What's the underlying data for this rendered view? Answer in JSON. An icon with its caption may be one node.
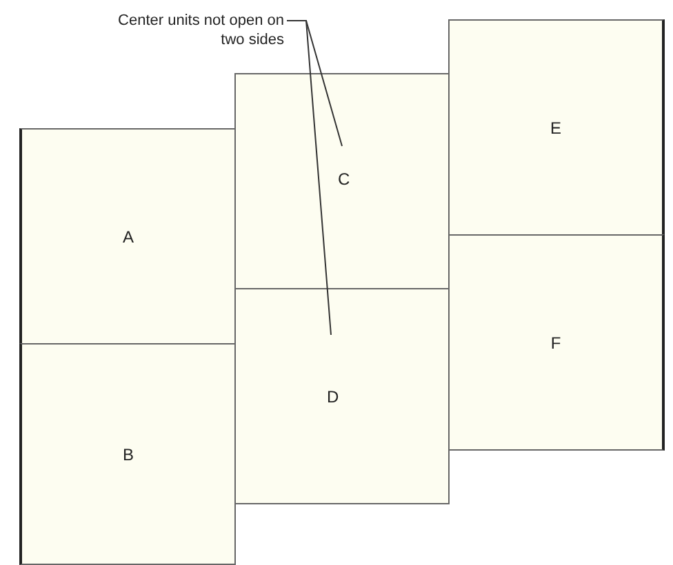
{
  "diagram": {
    "nodes": [
      {
        "text": [
          "Center units not open on two sides"
        ]
      },
      {
        "text": [
          "A"
        ]
      },
      {
        "text": [
          "B"
        ]
      },
      {
        "text": [
          "C"
        ]
      },
      {
        "text": [
          "D"
        ]
      },
      {
        "text": [
          "E"
        ]
      },
      {
        "text": [
          "F"
        ]
      }
    ],
    "edges": [
      {
        "from": 0,
        "to": 3,
        "arrow": "none"
      },
      {
        "from": 0,
        "to": 4,
        "arrow": "none"
      }
    ]
  }
}
